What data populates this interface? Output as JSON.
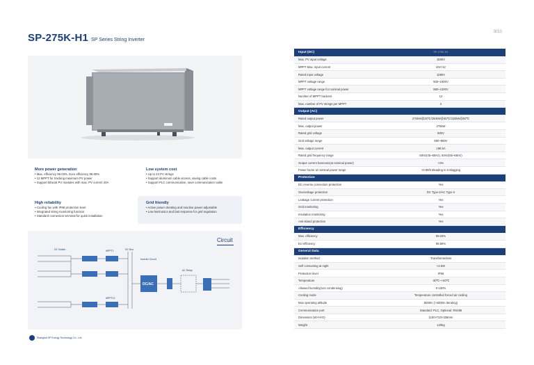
{
  "page": {
    "number": "9/10"
  },
  "header": {
    "model": "SP-275K-H1",
    "series": "SP Series String Inverter"
  },
  "features": [
    {
      "title": "More power generation",
      "items": [
        "Max. efficiency 99.03%, Euro efficiency 98.80%",
        "12 MPPT for tracking maximum PV power",
        "Support bifacial PV modules with max. PV current 20A"
      ]
    },
    {
      "title": "Low system cost",
      "items": [
        "Up to 24 PV strings",
        "Support aluminum cable access, saving cable costs",
        "Support PLC communication, save communication cable"
      ]
    },
    {
      "title": "High reliability",
      "items": [
        "Cooling fan with IP68 protection level",
        "Integrated string monitoring function",
        "Standard connection terminal for quick installation"
      ]
    },
    {
      "title": "Grid friendly",
      "items": [
        "Active power derating and reactive power adjustable",
        "Low harmonics and fast response for grid regulation"
      ]
    }
  ],
  "circuit": {
    "title": "Circuit",
    "labels": {
      "dc_switch": "DC Switch",
      "mppt1": "MPPT1",
      "mppt12": "MPPT12",
      "dc_bus": "DC Bus",
      "dcac": "DC/AC",
      "inverter_circuit": "Inverter Circuit",
      "ac_relay": "AC Relay"
    }
  },
  "footer": {
    "logo_text": "Shanghai SP Energy Technology Co., Ltd."
  },
  "spec_table": {
    "header_right": "SP-275K-H1",
    "sections": [
      {
        "title": "Input (DC)",
        "rows": [
          {
            "label": "Max. PV input voltage",
            "value": "1500V"
          },
          {
            "label": "MPPT Max. input current",
            "value": "40A*12"
          },
          {
            "label": "Rated input voltage",
            "value": "1080V"
          },
          {
            "label": "MPPT voltage range",
            "value": "500~1500V"
          },
          {
            "label": "MPPT voltage range for nominal power",
            "value": "880~1300V"
          },
          {
            "label": "Number of MPPT trackers",
            "value": "12"
          },
          {
            "label": "Max. number of PV strings per MPPT",
            "value": "2"
          }
        ]
      },
      {
        "title": "Output (AC)",
        "rows": [
          {
            "label": "Rated output power",
            "value": "275kW@25℃/250kW@45℃/225kW@50℃"
          },
          {
            "label": "Max. output power",
            "value": "275kW"
          },
          {
            "label": "Rated grid voltage",
            "value": "800V"
          },
          {
            "label": "Grid voltage range",
            "value": "680~880V"
          },
          {
            "label": "Max. output current",
            "value": "198.5A"
          },
          {
            "label": "Rated grid frequency range",
            "value": "50Hz(45~55Hz), 60Hz(55~65Hz)"
          },
          {
            "label": "Output current harmonic(at nominal power)",
            "value": "<3%"
          },
          {
            "label": "Power factor at nominal power range",
            "value": ">0.99/0.8leading to 0.8lagging"
          }
        ]
      },
      {
        "title": "Protection",
        "rows": [
          {
            "label": "DC reverse connection protection",
            "value": "Yes"
          },
          {
            "label": "Overvoltage protection",
            "value": "DC Type II/AC Type II"
          },
          {
            "label": "Leakage current protection",
            "value": "Yes"
          },
          {
            "label": "Grid monitoring",
            "value": "Yes"
          },
          {
            "label": "Insulation monitoring",
            "value": "Yes"
          },
          {
            "label": "Anti-island protection",
            "value": "Yes"
          }
        ]
      },
      {
        "title": "Efficiency",
        "rows": [
          {
            "label": "Max. efficiency",
            "value": "99.03%"
          },
          {
            "label": "EU efficiency",
            "value": "98.80%"
          }
        ]
      },
      {
        "title": "General Data",
        "rows": [
          {
            "label": "Isolation method",
            "value": "Transformerless"
          },
          {
            "label": "Self consuming at night",
            "value": "<2.5W"
          },
          {
            "label": "Protection level",
            "value": "IP66"
          },
          {
            "label": "Temperature",
            "value": "-30℃~+60℃"
          },
          {
            "label": "Allowed humidity(non condensing)",
            "value": "0-100%"
          },
          {
            "label": "Cooling mode",
            "value": "Temperature controlled forced air cooling"
          },
          {
            "label": "Max operating altitude",
            "value": "5000m (>4000m derating)"
          },
          {
            "label": "Communication port",
            "value": "Standard: PLC, Optional: RS485"
          },
          {
            "label": "Dimension (W×H×D)",
            "value": "1100×723×336mm"
          },
          {
            "label": "Weight",
            "value": "120kg"
          }
        ]
      }
    ]
  },
  "colors": {
    "brand": "#1c3f7a",
    "panel": "#f3f4f6"
  }
}
